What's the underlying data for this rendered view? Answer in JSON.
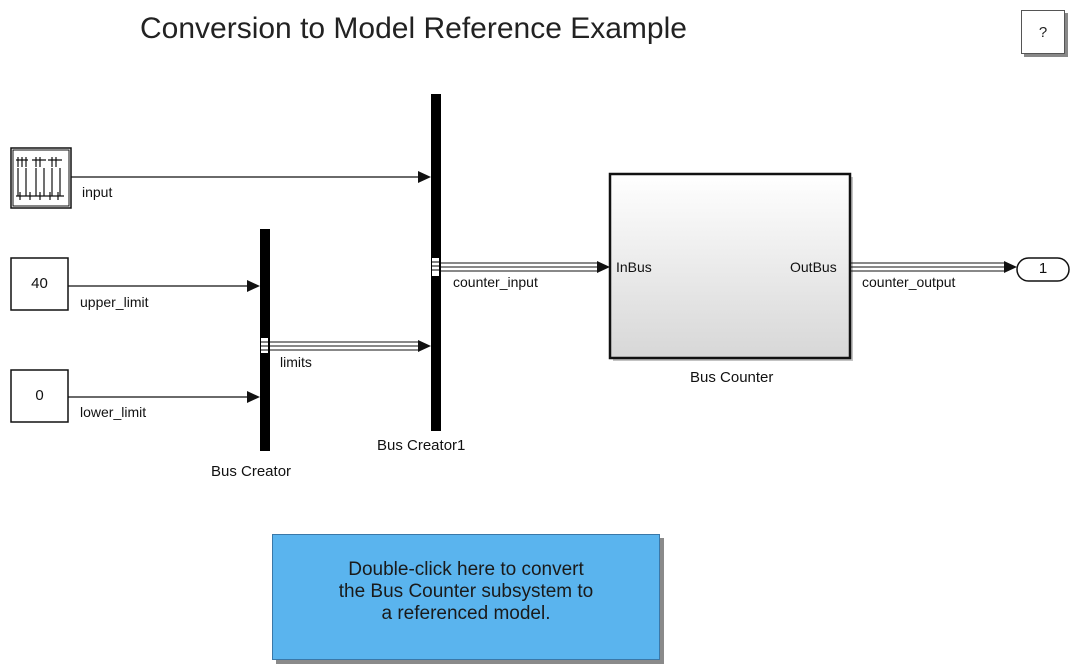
{
  "title": "Conversion to Model Reference Example",
  "help_button": "?",
  "blocks": {
    "upper_const": "40",
    "lower_const": "0",
    "bus_creator": "Bus Creator",
    "bus_creator1": "Bus Creator1",
    "bus_counter": "Bus Counter",
    "inport": "InBus",
    "outport": "OutBus",
    "outport_num": "1"
  },
  "signals": {
    "input": "input",
    "upper_limit": "upper_limit",
    "lower_limit": "lower_limit",
    "limits": "limits",
    "counter_input": "counter_input",
    "counter_output": "counter_output"
  },
  "note": {
    "line1": "Double-click here to convert",
    "line2": "the Bus Counter subsystem to",
    "line3": "a referenced model."
  },
  "colors": {
    "note_fill": "#5ab4ee",
    "line": "#111111",
    "bus_bar": "#000000"
  }
}
